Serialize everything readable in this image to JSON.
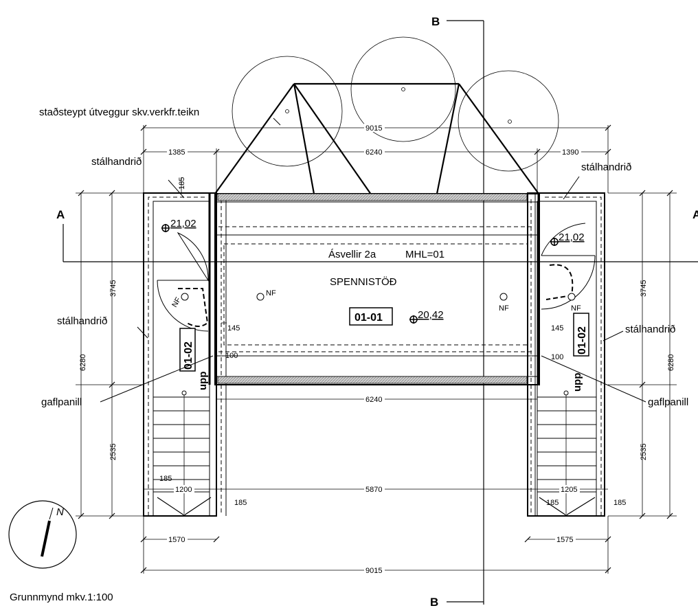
{
  "labels": {
    "wall_note": "staðsteypt útveggur skv.verkfr.teikn",
    "railing": "stálhandrið",
    "panel": "gaflpanill",
    "upp": "upp",
    "building": "Ásvellir 2a",
    "mhl": "MHL=01",
    "station": "SPENNISTÖÐ",
    "nf": "NF",
    "room_main": "01-01",
    "room_stair": "01-02",
    "caption": "Grunnmynd  mkv.1:100",
    "north": "N"
  },
  "sections": {
    "a": "A",
    "b": "B"
  },
  "elevations": {
    "top_left": "21,02",
    "top_right": "21,02",
    "floor": "20,42"
  },
  "dimensions": {
    "overall_width": "9015",
    "center_width": "6240",
    "left_bay": "1385",
    "right_bay": "1390",
    "wall_thickness": "185",
    "upper_height": "3745",
    "total_height": "6280",
    "stair_height": "2535",
    "gap_145": "145",
    "gap_100": "100",
    "stair_left_inner": "1200",
    "stair_right_inner": "1205",
    "center_lower": "5870",
    "stair_left_outer": "1570",
    "stair_right_outer": "1575"
  }
}
